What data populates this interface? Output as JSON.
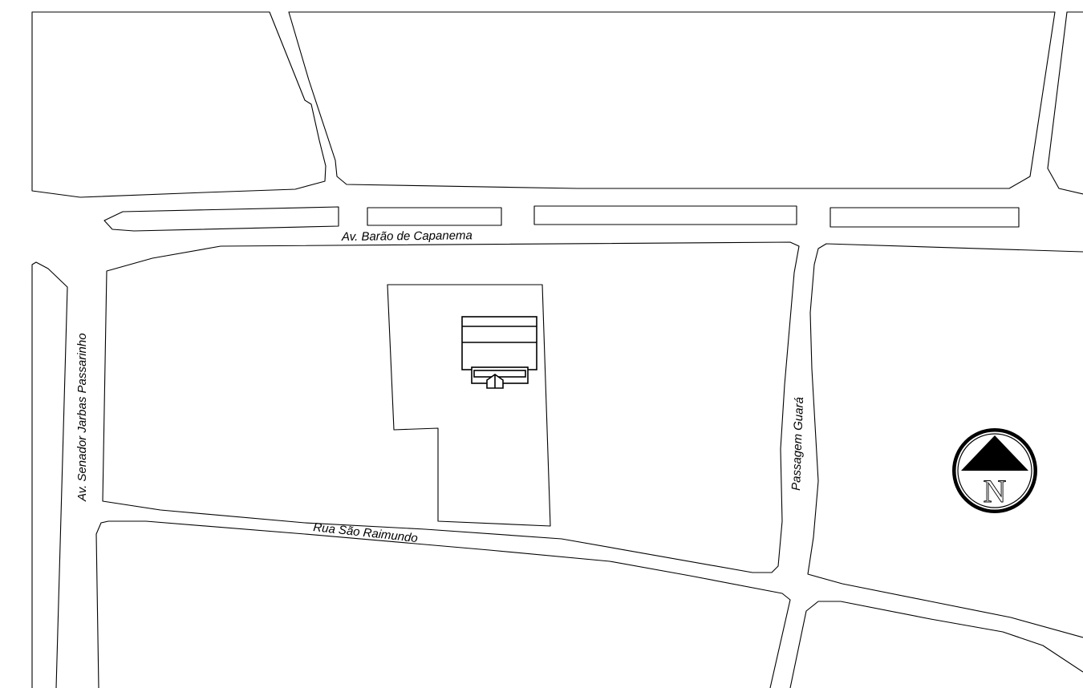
{
  "streets": {
    "av_barao": "Av. Barão de Capanema",
    "av_senador": "Av. Senador Jarbas Passarinho",
    "passagem_guara": "Passagem Guará",
    "rua_sao_raimundo": "Rua São Raimundo"
  },
  "compass": {
    "letter": "N",
    "icon": "north-arrow-icon"
  },
  "colors": {
    "line": "#000000",
    "background": "#ffffff"
  }
}
